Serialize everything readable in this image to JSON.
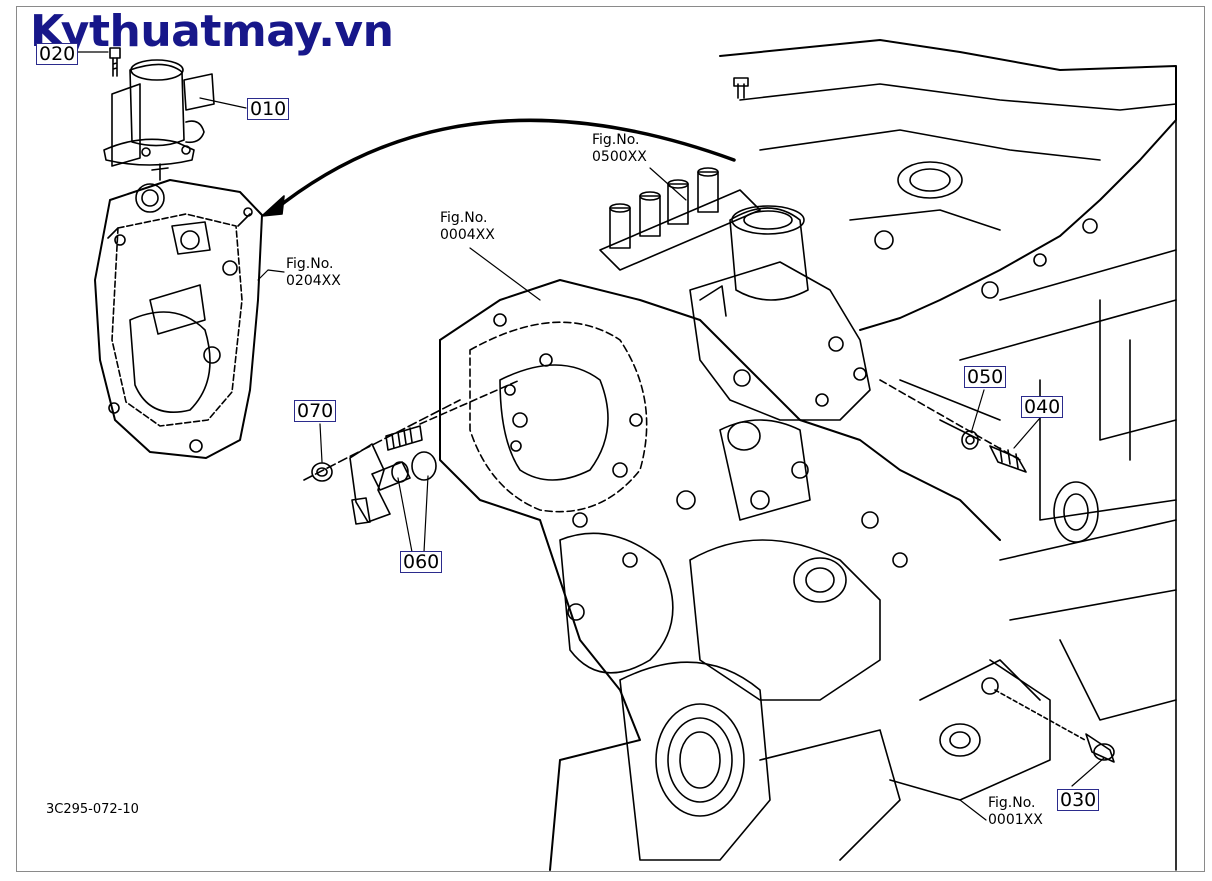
{
  "watermark": "Kythuatmay.vn",
  "drawing_code": "3C295-072-10",
  "callouts": {
    "c020": "020",
    "c010": "010",
    "c070": "070",
    "c060": "060",
    "c050": "050",
    "c040": "040",
    "c030": "030"
  },
  "figrefs": {
    "f0204": {
      "label": "Fig.No.",
      "code": "0204XX"
    },
    "f0004": {
      "label": "Fig.No.",
      "code": "0004XX"
    },
    "f0500": {
      "label": "Fig.No.",
      "code": "0500XX"
    },
    "f0001": {
      "label": "Fig.No.",
      "code": "0001XX"
    }
  },
  "colors": {
    "line": "#000000",
    "callout_border": "#2b2b8c",
    "watermark": "#17178a"
  }
}
